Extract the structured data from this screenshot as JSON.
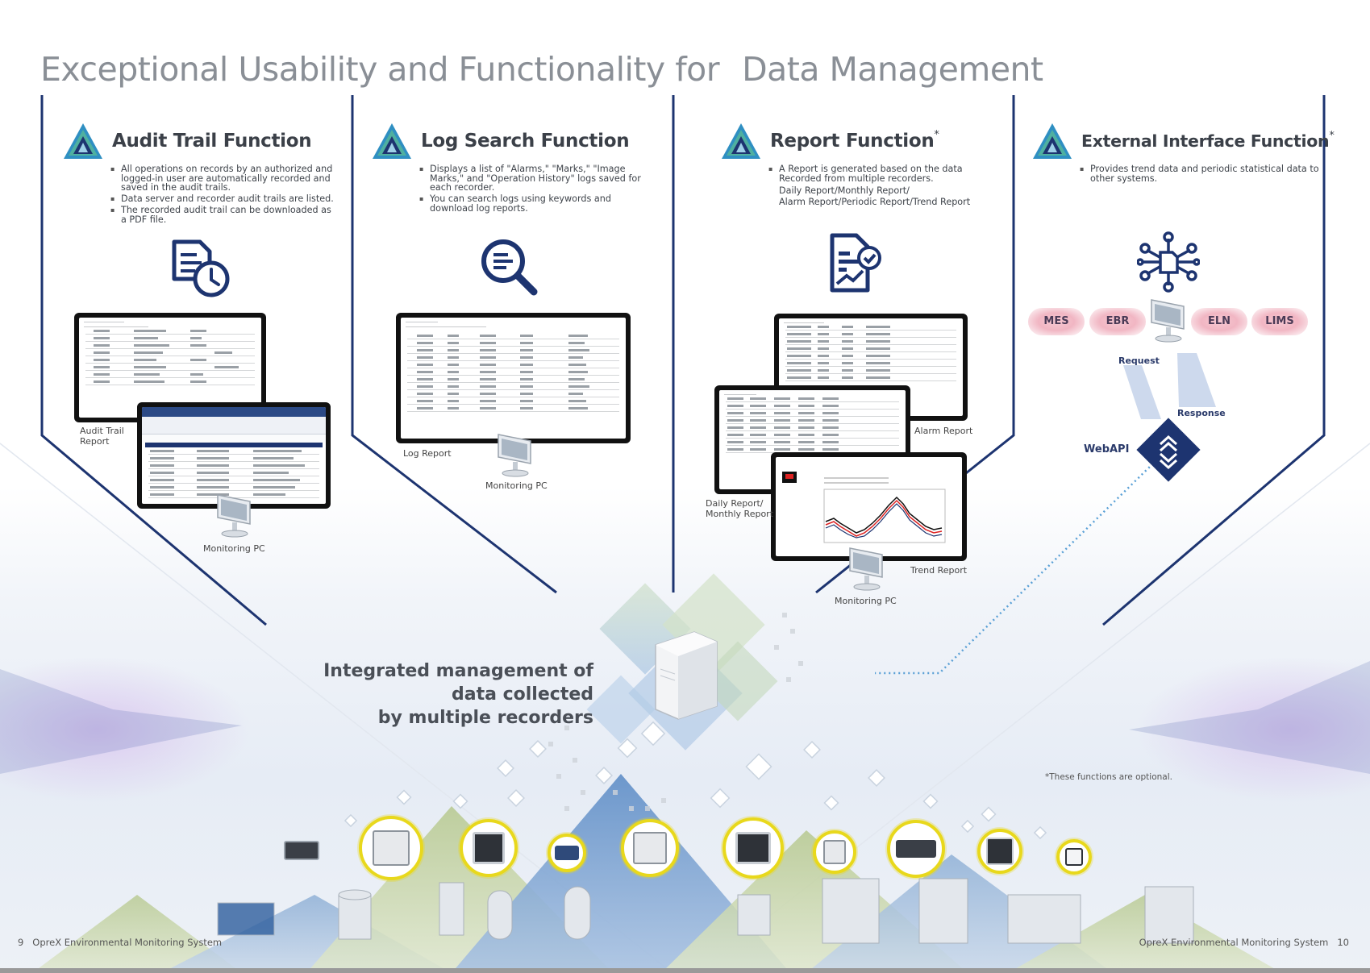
{
  "page": {
    "title_part1": "Exceptional Usability and Functionality for",
    "title_part2": "Data Management"
  },
  "audit": {
    "title": "Audit Trail Function",
    "bullets": [
      "All operations on records by an authorized and logged-in user are automatically recorded and saved in the audit trails.",
      "Data server and recorder audit trails are listed.",
      "The recorded audit trail can be downloaded as a PDF file."
    ],
    "caption_report": [
      "Audit Trail",
      "Report"
    ],
    "caption_pc": "Monitoring PC",
    "icon": "document-clock-icon"
  },
  "log": {
    "title": "Log Search Function",
    "bullets": [
      "Displays a list of \"Alarms,\" \"Marks,\" \"Image Marks,\" and \"Operation History\" logs saved for each recorder.",
      "You can search logs using keywords and download log reports."
    ],
    "caption_report": "Log Report",
    "caption_pc": "Monitoring PC",
    "icon": "magnifier-search-icon"
  },
  "report": {
    "title": "Report Function",
    "title_mark": "*",
    "bullets": [
      "A Report is generated based on the data Recorded from multiple recorders."
    ],
    "sub_lines": [
      "Daily Report/Monthly Report/",
      "Alarm Report/Periodic Report/Trend Report"
    ],
    "caption_alarm": "Alarm Report",
    "caption_daily": [
      "Daily Report/",
      "Monthly Report"
    ],
    "caption_trend": "Trend Report",
    "caption_pc": "Monitoring PC",
    "icon": "report-check-icon"
  },
  "external": {
    "title": "External Interface Function",
    "title_mark": "*",
    "bullets": [
      "Provides trend data and periodic statistical data to other systems."
    ],
    "systems": [
      "MES",
      "EBR",
      "ELN",
      "LIMS"
    ],
    "request": "Request",
    "response": "Response",
    "webapi": "WebAPI",
    "icon": "network-hub-icon"
  },
  "center": {
    "integrated": [
      "Integrated management of",
      "data collected",
      "by multiple recorders"
    ],
    "optional_note": "*These functions are optional."
  },
  "footer": {
    "left_page": "9",
    "left_text": "OpreX Environmental Monitoring System",
    "right_text": "OpreX Environmental Monitoring System",
    "right_page": "10"
  },
  "colors": {
    "navy": "#1d3470",
    "title_gray": "#8a8f96",
    "ring_yellow": "#e8d81c",
    "pill_pink": "#f1b6c3"
  }
}
